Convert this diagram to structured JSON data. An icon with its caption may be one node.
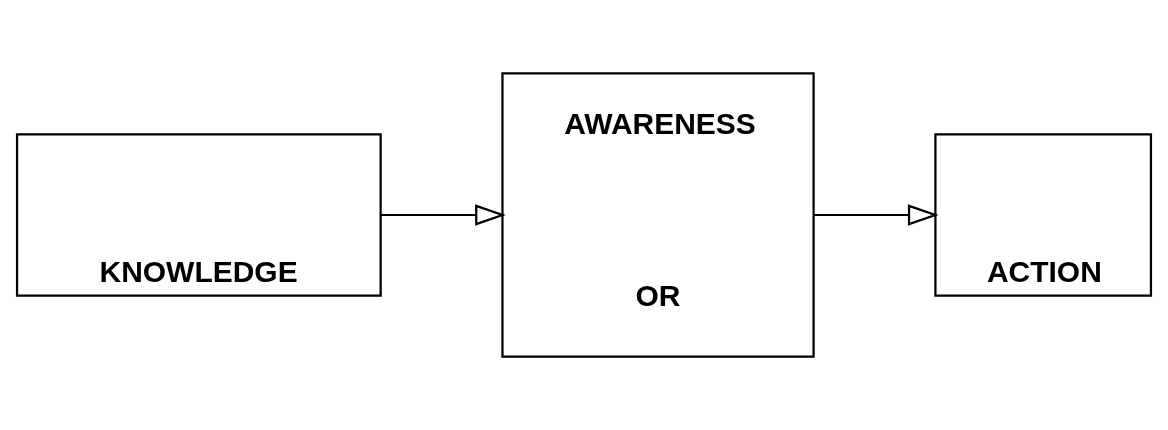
{
  "diagram": {
    "nodes": [
      {
        "text": [
          "KNOWLEDGE"
        ]
      },
      {
        "text": [
          "AWARENESS",
          "OR"
        ]
      },
      {
        "text": [
          "ACTION"
        ]
      }
    ],
    "edges": [
      {
        "from": 0,
        "to": 1,
        "arrow": "to"
      },
      {
        "from": 1,
        "to": 2,
        "arrow": "to"
      }
    ]
  }
}
